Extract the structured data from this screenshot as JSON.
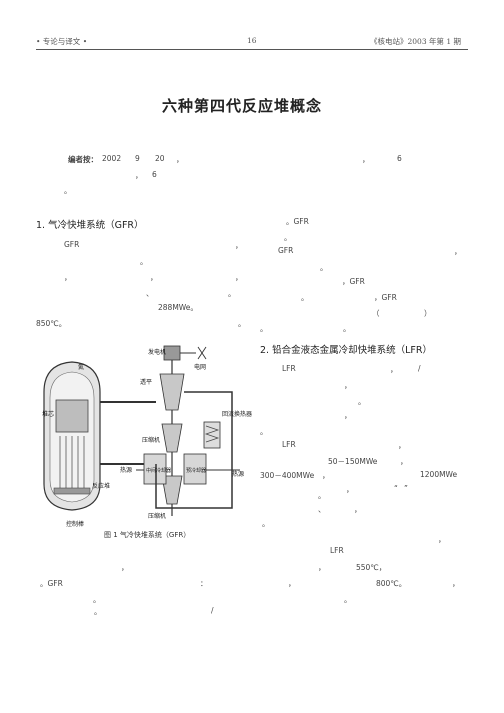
{
  "header": {
    "left": "• 专论与译文 •",
    "page_number": "16",
    "right": "《核电站》2003 年第 1 期"
  },
  "title": "六种第四代反应堆概念",
  "editor_note": {
    "label": "编者按：",
    "line1_parts": [
      "2002",
      "9",
      "20",
      "，",
      "，",
      "6"
    ],
    "line2_parts": [
      "，",
      "6"
    ],
    "line3": "。"
  },
  "left_column": {
    "section_title": "1. 气冷快堆系统（GFR）",
    "lines": [
      {
        "text": "GFR",
        "x": 0
      },
      {
        "text": "，",
        "x": 0
      },
      {
        "text": "。",
        "x": 0
      }
    ],
    "fragments": [
      "，",
      "，",
      "，",
      "、",
      "。",
      "288MWe。",
      "850℃。",
      "。"
    ],
    "bottom_fragments": [
      "，",
      "，",
      "。GFR",
      "：",
      "，",
      "800℃。",
      "，",
      "。",
      "/"
    ]
  },
  "right_column": {
    "gfr_fragments": [
      "。GFR",
      "。",
      "GFR",
      "，",
      "。",
      "，GFR",
      "。",
      "，GFR",
      "（",
      "）",
      "。",
      "。"
    ],
    "section2_title": "2. 铅合金液态金属冷却快堆系统（LFR）",
    "lfr_fragments": [
      "LFR",
      "，",
      "/",
      "，",
      "。",
      "，",
      "。",
      "LFR",
      "，",
      "50－150MWe",
      "，",
      "300－400MWe",
      "，",
      "1200MWe",
      "，",
      "“",
      "”",
      "。",
      "、",
      "，",
      "，",
      "。",
      "LFR",
      "，",
      "550℃，",
      "。"
    ]
  },
  "figure": {
    "caption": "图 1  气冷快堆系统（GFR）",
    "labels": {
      "generator": "发电机",
      "grid": "电网",
      "helium": "氦",
      "turbine": "透平",
      "recuperator": "回流换热器",
      "reactor_core": "堆芯",
      "reactor": "反应堆",
      "control_rods": "控制棒",
      "compressor_top": "压缩机",
      "intercooler": "中间冷却器",
      "precooler": "预冷却器",
      "heat_sink_left": "热源",
      "heat_sink_right": "热源",
      "compressor_bottom": "压缩机"
    }
  }
}
